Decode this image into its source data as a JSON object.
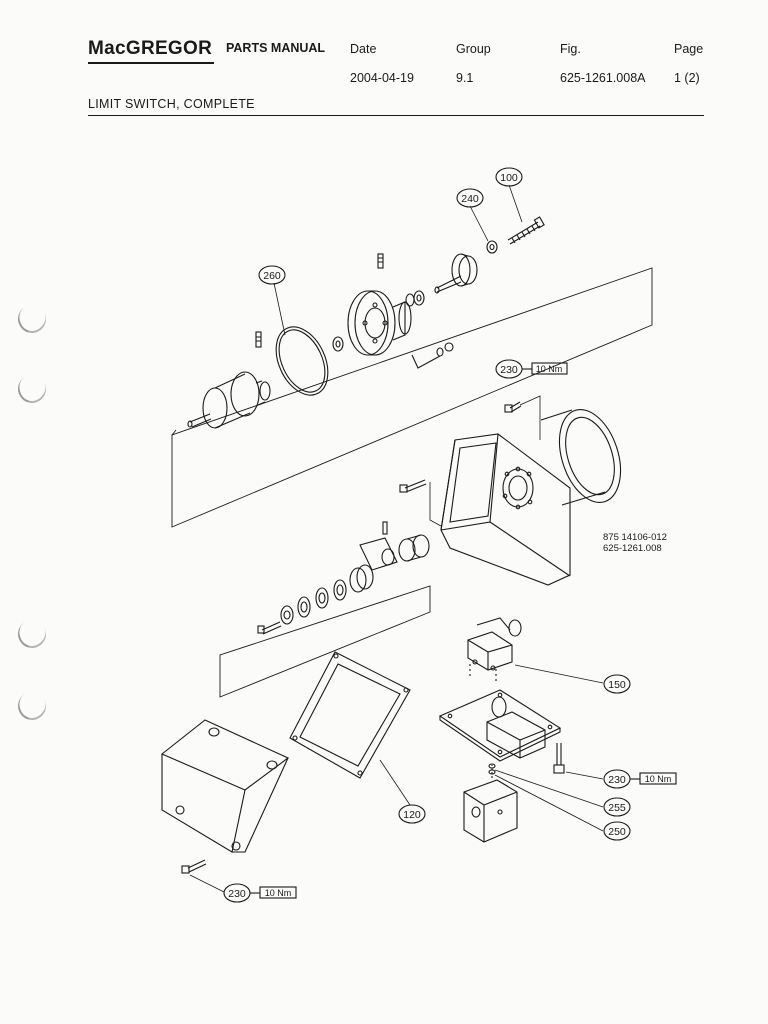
{
  "header": {
    "brand": "MacGREGOR",
    "manual": "PARTS MANUAL",
    "date_label": "Date",
    "group_label": "Group",
    "fig_label": "Fig.",
    "page_label": "Page",
    "date": "2004-04-19",
    "group": "9.1",
    "fig": "625-1261.008A",
    "page": "1 (2)"
  },
  "title": "LIMIT SWITCH, COMPLETE",
  "drawing_refs": [
    "875 14106-012",
    "625-1261.008"
  ],
  "callouts": {
    "c100": "100",
    "c240": "240",
    "c260": "260",
    "c230a": "230",
    "c150": "150",
    "c230b": "230",
    "c255": "255",
    "c250": "250",
    "c120": "120",
    "c230c": "230"
  },
  "torques": {
    "t1": "10 Nm",
    "t2": "10 Nm",
    "t3": "10 Nm"
  }
}
